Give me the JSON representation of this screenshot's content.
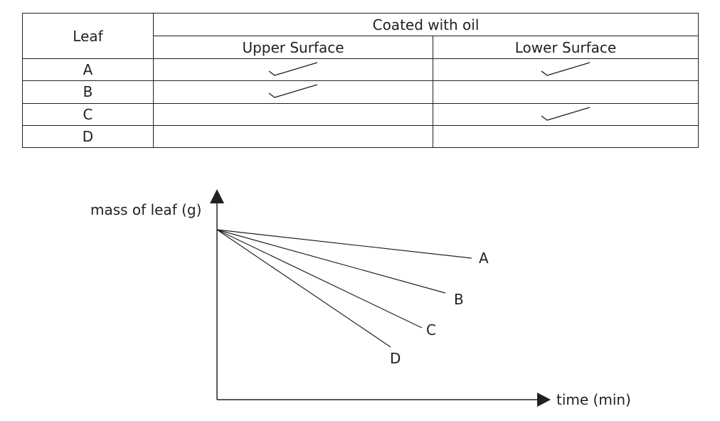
{
  "table": {
    "leaf_header": "Leaf",
    "coated_header": "Coated with oil",
    "upper_header": "Upper Surface",
    "lower_header": "Lower Surface",
    "rows": [
      {
        "leaf": "A",
        "upper": true,
        "lower": true
      },
      {
        "leaf": "B",
        "upper": true,
        "lower": false
      },
      {
        "leaf": "C",
        "upper": false,
        "lower": true
      },
      {
        "leaf": "D",
        "upper": false,
        "lower": false
      }
    ]
  },
  "graph": {
    "y_label": "mass of leaf (g)",
    "x_label": "time (min)",
    "lines": [
      {
        "label": "A"
      },
      {
        "label": "B"
      },
      {
        "label": "C"
      },
      {
        "label": "D"
      }
    ]
  }
}
